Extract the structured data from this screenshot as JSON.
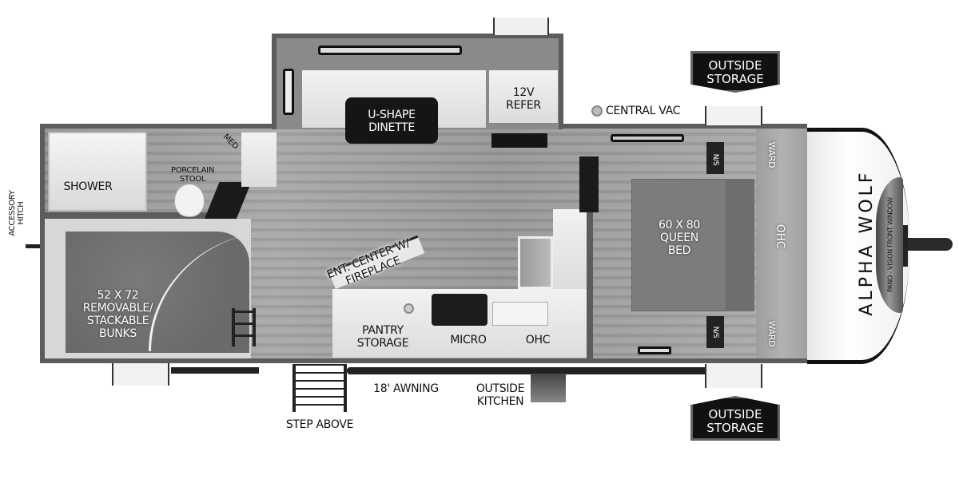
{
  "floorplan": {
    "model_name": "ALPHA WOLF",
    "front_window_label": "PANO - VISION FRONT WINDOW",
    "accessory_hitch": "ACCESSORY HITCH",
    "rooms": {
      "shower": "SHOWER",
      "stool": "PORCELAIN STOOL",
      "med": "MED",
      "bunks": "52 X 72 REMOVABLE/ STACKABLE BUNKS",
      "dinette": "U-SHAPE DINETTE",
      "refer": "12V REFER",
      "central_vac": "CENTRAL VAC",
      "ent_center": "ENT. CENTER W/ FIREPLACE",
      "pantry": "PANTRY STORAGE",
      "micro": "MICRO",
      "ohc_kitchen": "OHC",
      "queen_bed": "60 X 80 QUEEN BED",
      "ward_top": "WARD",
      "ward_bottom": "WARD",
      "ohc_bedroom": "OHC",
      "ns_top": "N/S",
      "ns_bottom": "N/S"
    },
    "exterior": {
      "outside_storage_top": "OUTSIDE STORAGE",
      "outside_storage_bottom": "OUTSIDE STORAGE",
      "awning": "18' AWNING",
      "outside_kitchen": "OUTSIDE KITCHEN",
      "step_above": "STEP ABOVE"
    },
    "colors": {
      "floor": "#9a9a9a",
      "walls": "#5c5c5c",
      "badge": "#111111",
      "cap": "#f5f5f5"
    }
  }
}
